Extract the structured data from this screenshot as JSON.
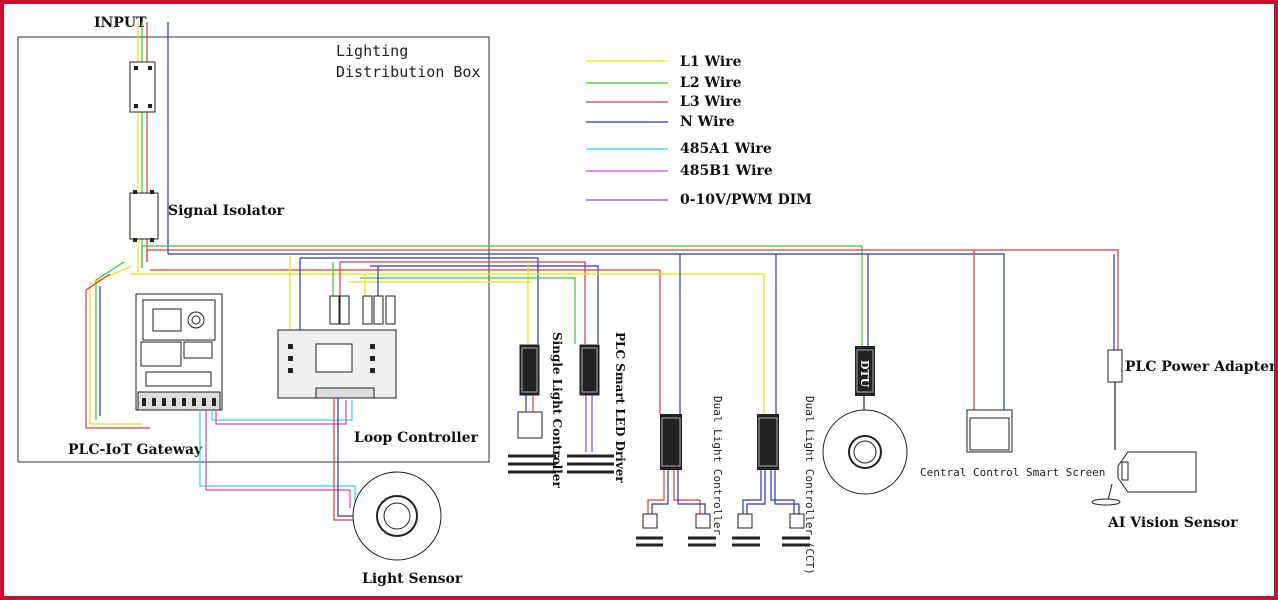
{
  "colors": {
    "L1": "#e9e400",
    "L2": "#2ed02e",
    "L3": "#e23a3a",
    "N": "#2a35c8",
    "A485": "#2fd4e0",
    "B485": "#e040c8",
    "DIM": "#9040e0",
    "frame": "#c8102e"
  },
  "labels": {
    "input": "INPUT",
    "box_line1": "Lighting",
    "box_line2": "Distribution Box",
    "signal_isolator": "Signal Isolator",
    "gateway": "PLC-IoT Gateway",
    "loop_controller": "Loop Controller",
    "light_sensor": "Light Sensor",
    "single_light_controller": "Single Light Controller",
    "plc_led_driver": "PLC Smart LED Driver",
    "dual_light_controller": "Dual Light Controller",
    "dual_light_controller_cct": "Dual Light Controller (CCT)",
    "dtu": "DTU",
    "central_screen": "Central Control Smart Screen",
    "plc_power_adapter": "PLC Power Adapter",
    "ai_vision_sensor": "AI Vision Sensor"
  },
  "legend": [
    {
      "key": "L1",
      "label": "L1 Wire"
    },
    {
      "key": "L2",
      "label": "L2 Wire"
    },
    {
      "key": "L3",
      "label": "L3 Wire"
    },
    {
      "key": "N",
      "label": "N Wire"
    },
    {
      "key": "A485",
      "label": "485A1 Wire"
    },
    {
      "key": "B485",
      "label": "485B1 Wire"
    },
    {
      "key": "DIM",
      "label": "0-10V/PWM DIM"
    }
  ]
}
